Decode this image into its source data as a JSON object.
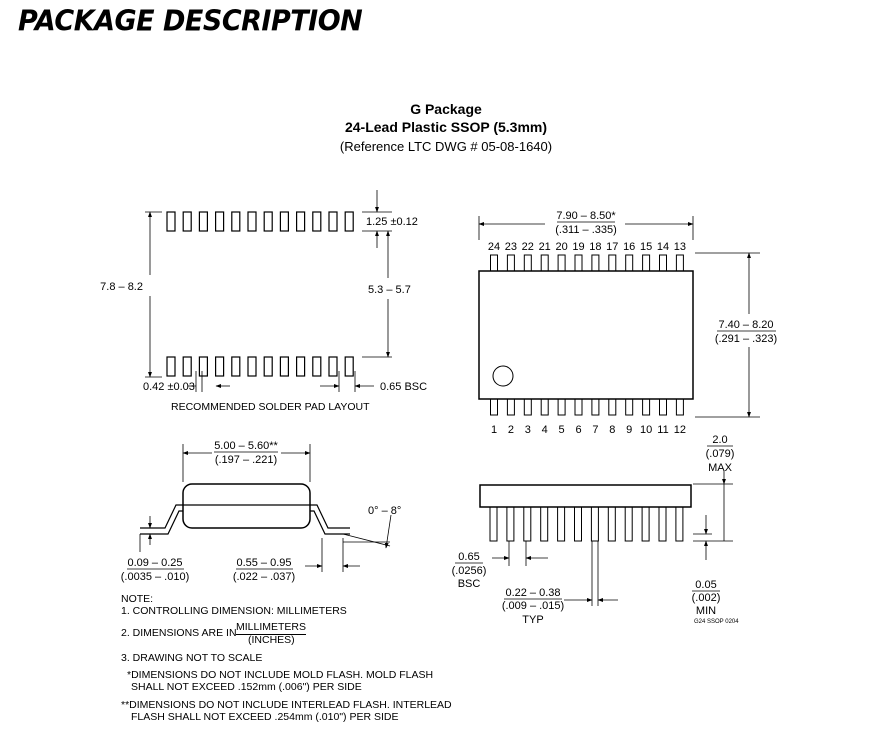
{
  "page_title": "PACKAGE DESCRIPTION",
  "package": {
    "name": "G Package",
    "desc": "24-Lead Plastic SSOP (5.3mm)",
    "ref": "(Reference LTC DWG # 05-08-1640)"
  },
  "pad_layout": {
    "pad_length": "1.25 ±0.12",
    "row_span": "7.8 – 8.2",
    "inner_gap": "5.3 – 5.7",
    "pad_width": "0.42 ±0.03",
    "pitch": "0.65 BSC",
    "caption": "RECOMMENDED SOLDER PAD LAYOUT"
  },
  "top_view": {
    "length_mm": "7.90 – 8.50*",
    "length_in": "(.311 – .335)",
    "width_mm": "7.40 – 8.20",
    "width_in": "(.291 – .323)",
    "top_pins": [
      "24",
      "23",
      "22",
      "21",
      "20",
      "19",
      "18",
      "17",
      "16",
      "15",
      "14",
      "13"
    ],
    "bottom_pins": [
      "1",
      "2",
      "3",
      "4",
      "5",
      "6",
      "7",
      "8",
      "9",
      "10",
      "11",
      "12"
    ]
  },
  "end_view": {
    "body_width_mm": "5.00 – 5.60**",
    "body_width_in": "(.197 – .221)",
    "angle": "0° – 8°",
    "lead_thk_mm": "0.09 – 0.25",
    "lead_thk_in": "(.0035 – .010)",
    "foot_mm": "0.55 – 0.95",
    "foot_in": "(.022 – .037)"
  },
  "side_view": {
    "height_mm": "2.0",
    "height_in": "(.079)",
    "height_tag": "MAX",
    "pitch_mm": "0.65",
    "pitch_in": "(.0256)",
    "pitch_tag": "BSC",
    "lead_w_mm": "0.22 – 0.38",
    "lead_w_in": "(.009 – .015)",
    "lead_w_tag": "TYP",
    "standoff_mm": "0.05",
    "standoff_in": "(.002)",
    "standoff_tag": "MIN",
    "drawing_code": "G24 SSOP 0204"
  },
  "notes": {
    "header": "NOTE:",
    "n1": "1. CONTROLLING DIMENSION: MILLIMETERS",
    "n2_prefix": "2. DIMENSIONS ARE IN",
    "n2_num": "MILLIMETERS",
    "n2_den": "(INCHES)",
    "n3": "3. DRAWING NOT TO SCALE",
    "s1a": "*DIMENSIONS DO NOT INCLUDE MOLD FLASH. MOLD FLASH",
    "s1b": "SHALL NOT EXCEED .152mm (.006\") PER SIDE",
    "s2a": "**DIMENSIONS DO NOT INCLUDE INTERLEAD FLASH. INTERLEAD",
    "s2b": "FLASH SHALL NOT EXCEED .254mm (.010\") PER SIDE"
  }
}
